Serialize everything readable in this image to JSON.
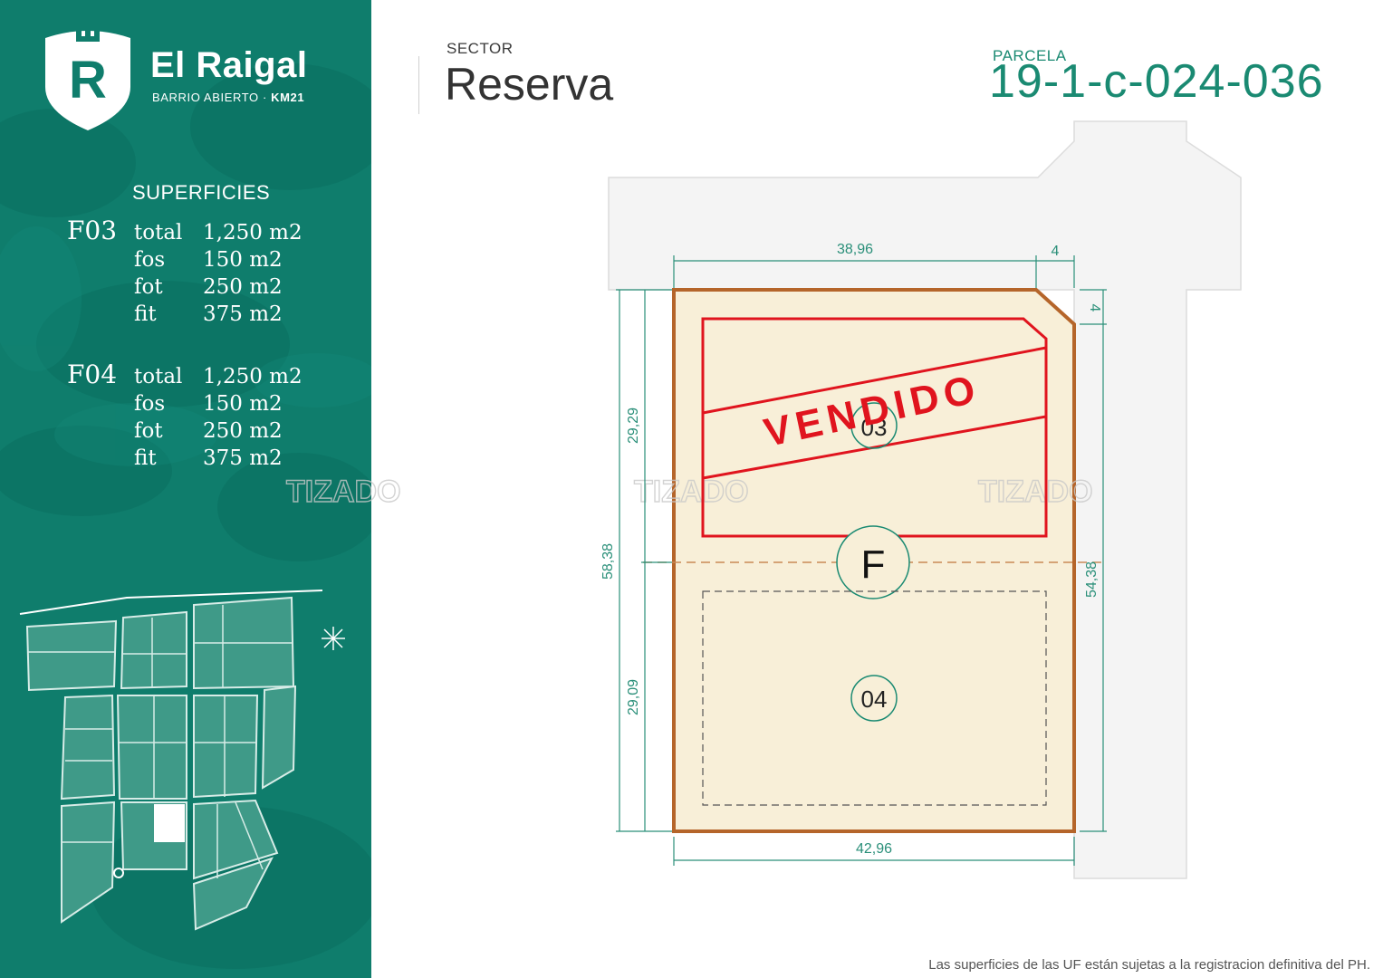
{
  "brand": {
    "name": "El Raigal",
    "subtitle": "BARRIO ABIERTO ·",
    "km": "KM21",
    "logo_letter": "R"
  },
  "superficies": {
    "title": "SUPERFICIES",
    "lots": [
      {
        "code": "F03",
        "rows": [
          {
            "key": "total",
            "value": "1,250 m2"
          },
          {
            "key": "fos",
            "value": "150 m2"
          },
          {
            "key": "fot",
            "value": "250 m2"
          },
          {
            "key": "fit",
            "value": "375  m2"
          }
        ]
      },
      {
        "code": "F04",
        "rows": [
          {
            "key": "total",
            "value": "1,250 m2"
          },
          {
            "key": "fos",
            "value": "150 m2"
          },
          {
            "key": "fot",
            "value": "250 m2"
          },
          {
            "key": "fit",
            "value": "375  m2"
          }
        ]
      }
    ]
  },
  "header": {
    "sector_label": "SECTOR",
    "sector_name": "Reserva",
    "parcel_label": "PARCELA",
    "parcel_id": "19-1-c-024-036"
  },
  "plan": {
    "dimensions": {
      "top": "38,96",
      "corner_top": "4",
      "corner_side": "4",
      "left_upper": "29,29",
      "left_lower": "29,09",
      "left_total": "58,38",
      "right_total": "54,38",
      "bottom": "42,96"
    },
    "lot_upper": "03",
    "lot_lower": "04",
    "block": "F",
    "stamp": "VENDIDO",
    "watermark": "TIZADO"
  },
  "footnote": "Las superficies de las UF están sujetas a la registracion definitiva del PH.",
  "colors": {
    "sidebar": "#0f7d6c",
    "accent": "#1a8a72",
    "parcel_border": "#b5652a",
    "parcel_fill": "#f8efd8",
    "stamp": "#e0141e",
    "dimension": "#2a8f79",
    "street": "#f4f4f4"
  }
}
